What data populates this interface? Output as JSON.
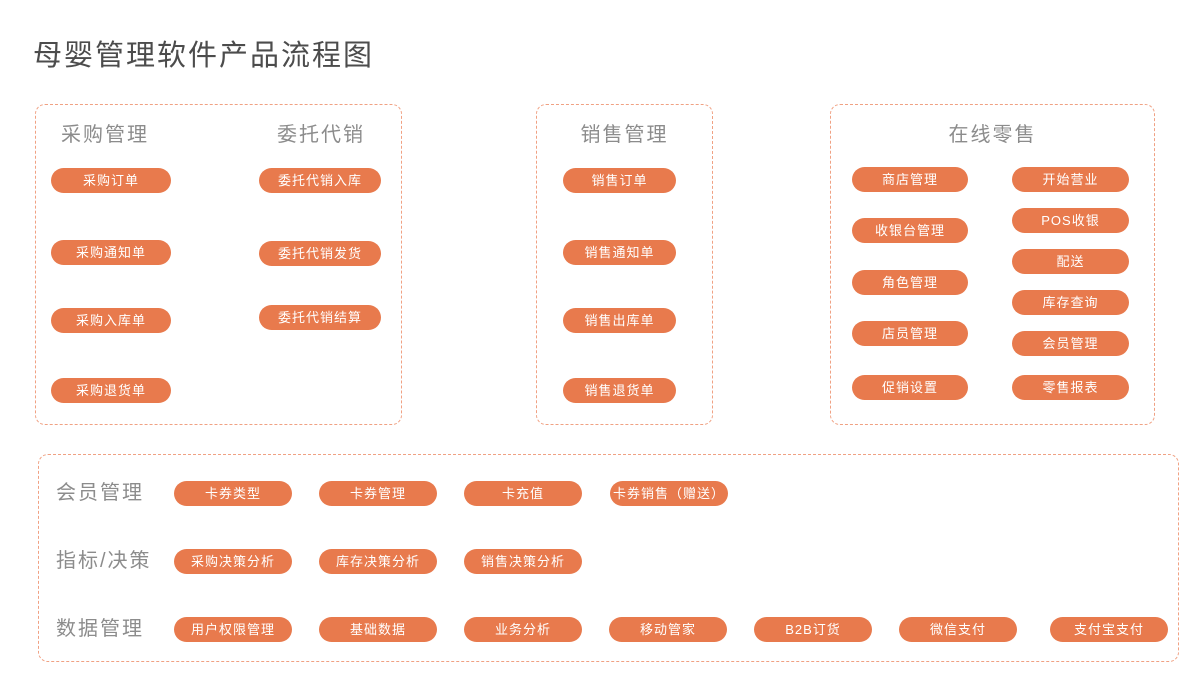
{
  "page_title": "母婴管理软件产品流程图",
  "colors": {
    "node_fill": "#E87A4D",
    "node_text": "#FFFFFF",
    "box_border": "#F0A183",
    "title_text": "#4C4C4C",
    "header_text": "#8C8C8C"
  },
  "purchase": {
    "header": "采购管理",
    "items": [
      "采购订单",
      "采购通知单",
      "采购入库单",
      "采购退货单"
    ]
  },
  "consignment": {
    "header": "委托代销",
    "items": [
      "委托代销入库",
      "委托代销发货",
      "委托代销结算"
    ]
  },
  "sales": {
    "header": "销售管理",
    "items": [
      "销售订单",
      "销售通知单",
      "销售出库单",
      "销售退货单"
    ]
  },
  "retail": {
    "header": "在线零售",
    "left_items": [
      "商店管理",
      "收银台管理",
      "角色管理",
      "店员管理",
      "促销设置"
    ],
    "right_items": [
      "开始营业",
      "POS收银",
      "配送",
      "库存查询",
      "会员管理",
      "零售报表"
    ]
  },
  "bottom": {
    "member": {
      "label": "会员管理",
      "items": [
        "卡券类型",
        "卡券管理",
        "卡充值",
        "卡券销售（赠送）"
      ]
    },
    "metrics": {
      "label": "指标/决策",
      "items": [
        "采购决策分析",
        "库存决策分析",
        "销售决策分析"
      ]
    },
    "data": {
      "label": "数据管理",
      "items": [
        "用户权限管理",
        "基础数据",
        "业务分析",
        "移动管家",
        "B2B订货",
        "微信支付",
        "支付宝支付"
      ]
    }
  }
}
